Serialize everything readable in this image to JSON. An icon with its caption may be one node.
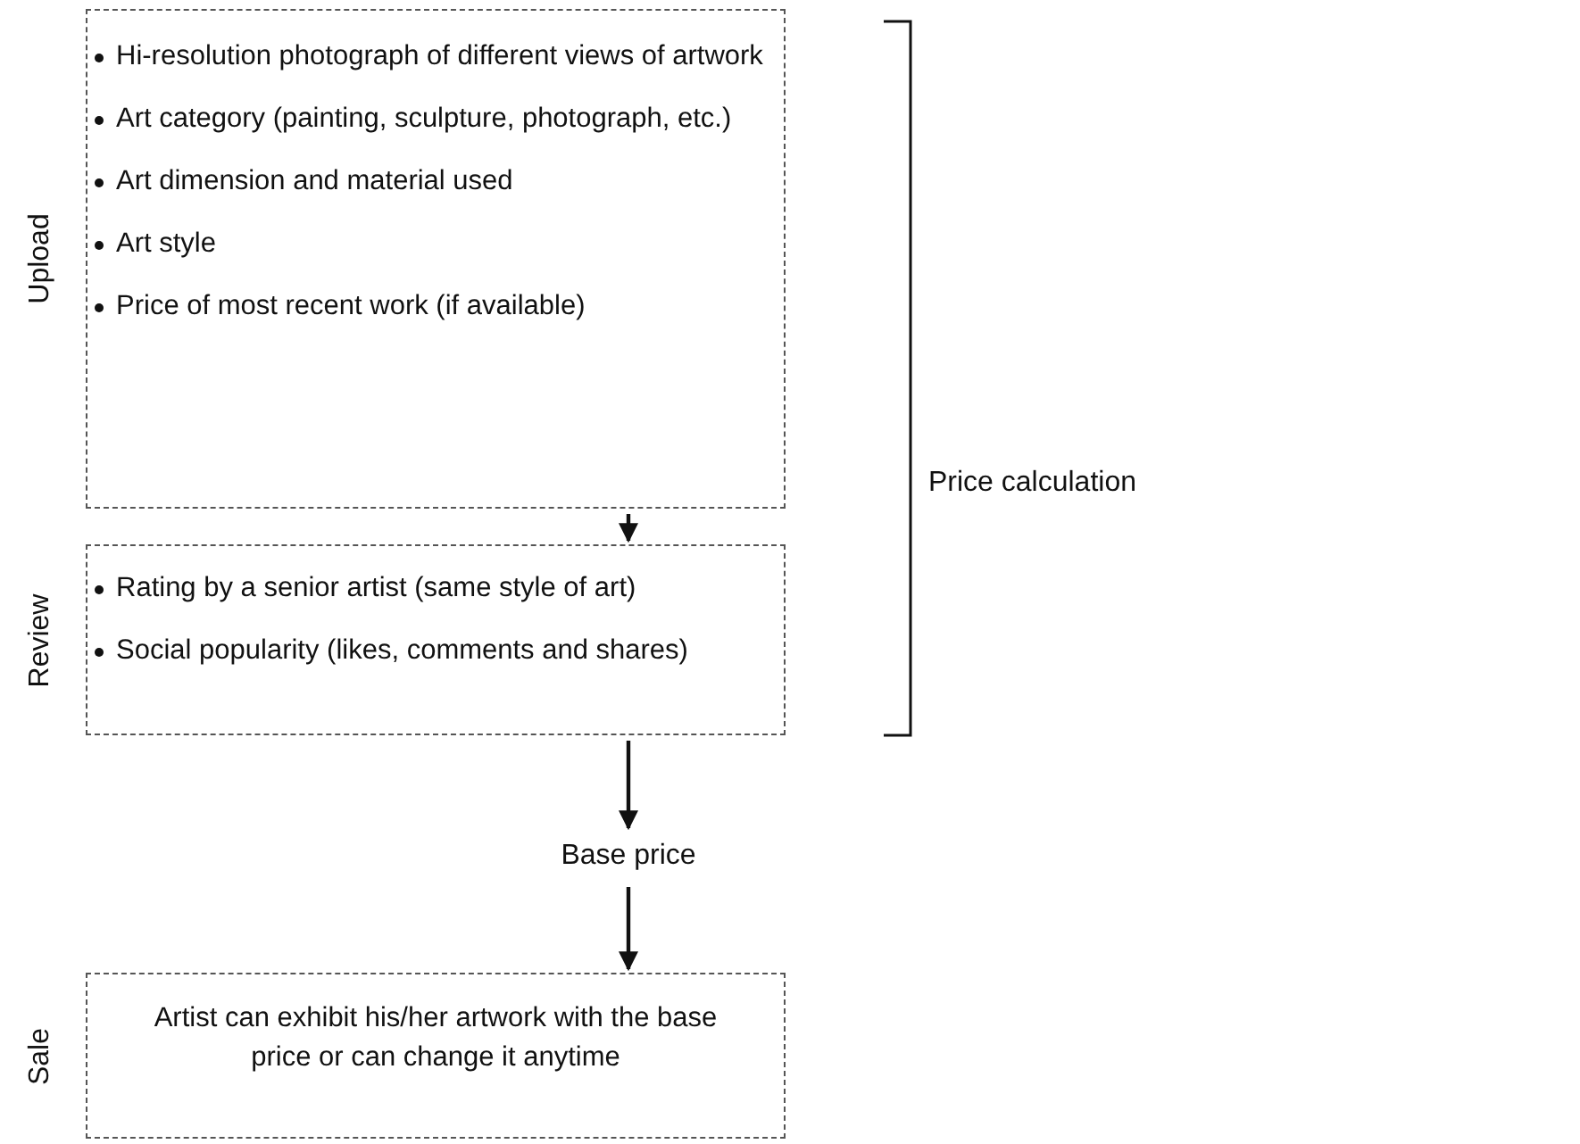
{
  "diagram": {
    "nodes": [
      {
        "text": [
          "Upload",
          "Hi-resolution photograph of different views of artwork",
          "Art category (painting, sculpture, photograph, etc.)",
          "Art dimension and material used",
          "Art style",
          "Price of most recent work (if available)"
        ]
      },
      {
        "text": [
          "Review",
          "Rating by a senior artist (same style of art)",
          "Social popularity (likes, comments and shares)"
        ]
      },
      {
        "text": [
          "Base price"
        ]
      },
      {
        "text": [
          "Sale",
          "Artist can exhibit his/her artwork with the base price or can change it anytime"
        ]
      }
    ],
    "edges": [
      {
        "from": 0,
        "to": 1,
        "arrow": "to"
      },
      {
        "from": 1,
        "to": 2,
        "arrow": "to"
      },
      {
        "from": 2,
        "to": 3,
        "arrow": "to"
      }
    ],
    "labels": [
      "Price calculation"
    ]
  }
}
